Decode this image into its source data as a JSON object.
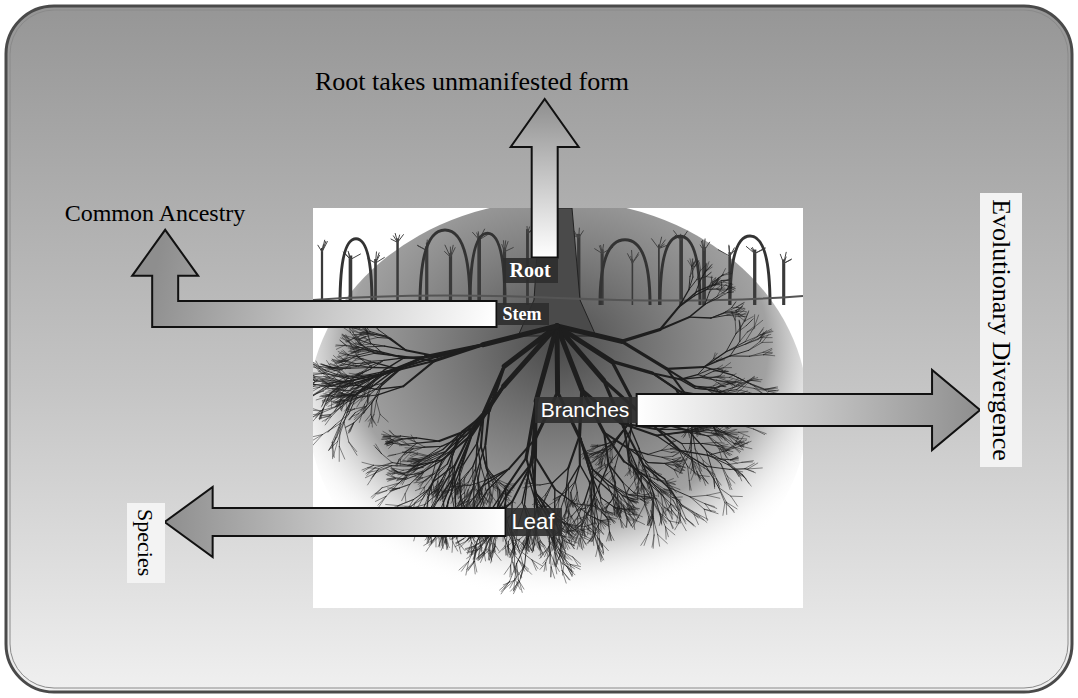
{
  "diagram": {
    "nodes": [
      {
        "text": [
          "Root takes unmanifested form"
        ]
      },
      {
        "text": [
          "Common Ancestry"
        ]
      },
      {
        "text": [
          "Root"
        ]
      },
      {
        "text": [
          "Stem"
        ]
      },
      {
        "text": [
          "Evolutionary Divergence"
        ]
      },
      {
        "text": [
          "Branches"
        ]
      },
      {
        "text": [
          "Species"
        ]
      },
      {
        "text": [
          "Leaf"
        ]
      }
    ],
    "edges": [
      {
        "from": 2,
        "to": 0,
        "arrow": "to"
      },
      {
        "from": 3,
        "to": 1,
        "arrow": "to"
      },
      {
        "from": 5,
        "to": 4,
        "arrow": "to"
      },
      {
        "from": 7,
        "to": 6,
        "arrow": "to"
      }
    ]
  }
}
